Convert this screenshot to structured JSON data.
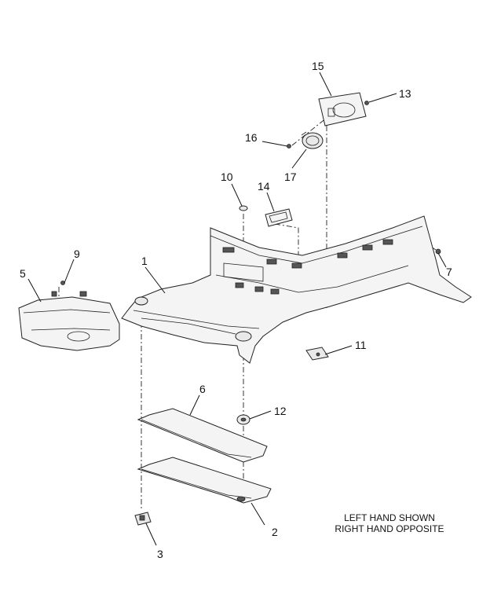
{
  "callouts": [
    {
      "id": "c1",
      "text": "1"
    },
    {
      "id": "c2",
      "text": "2"
    },
    {
      "id": "c3",
      "text": "3"
    },
    {
      "id": "c5",
      "text": "5"
    },
    {
      "id": "c6",
      "text": "6"
    },
    {
      "id": "c7",
      "text": "7"
    },
    {
      "id": "c9",
      "text": "9"
    },
    {
      "id": "c10",
      "text": "10"
    },
    {
      "id": "c11",
      "text": "11"
    },
    {
      "id": "c12",
      "text": "12"
    },
    {
      "id": "c13",
      "text": "13"
    },
    {
      "id": "c14",
      "text": "14"
    },
    {
      "id": "c15",
      "text": "15"
    },
    {
      "id": "c16",
      "text": "16"
    },
    {
      "id": "c17",
      "text": "17"
    }
  ],
  "note": {
    "line1": "LEFT HAND SHOWN",
    "line2": "RIGHT HAND OPPOSITE"
  }
}
